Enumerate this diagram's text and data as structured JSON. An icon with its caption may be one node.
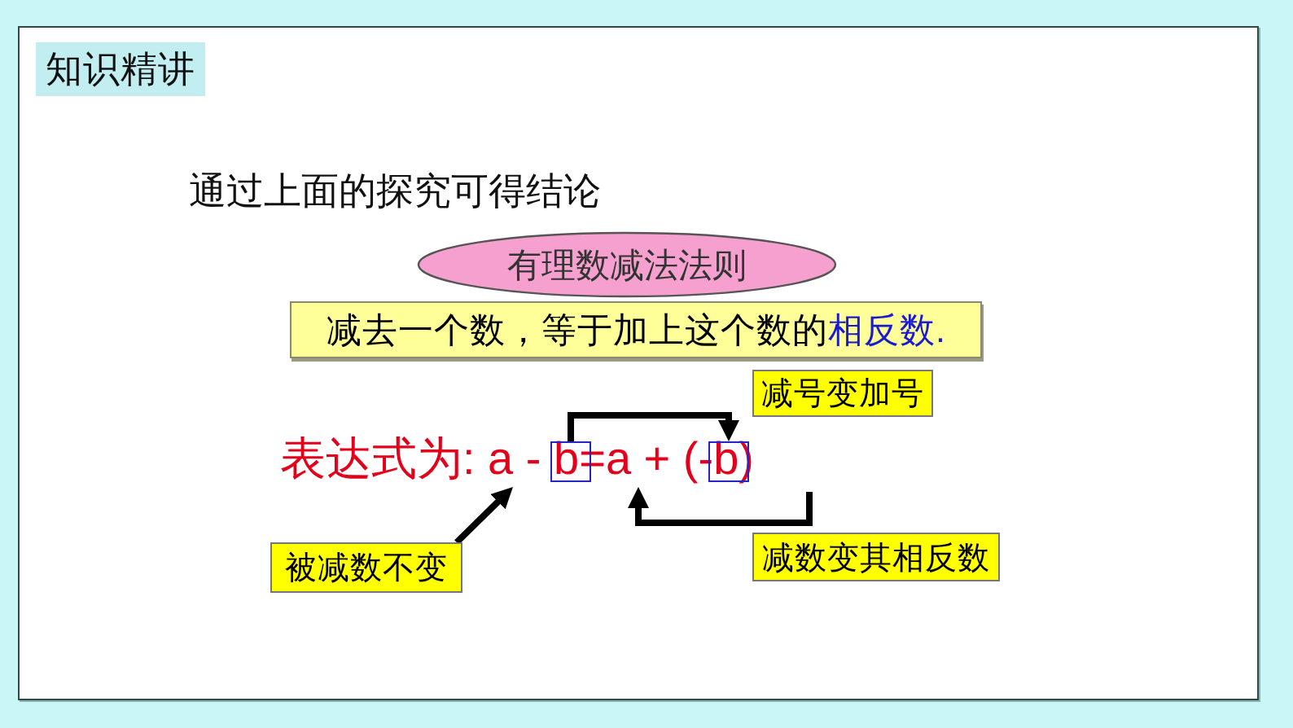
{
  "diagram": {
    "title": "知识精讲",
    "nodes": [
      {
        "text": [
          "有理数减法法则"
        ]
      },
      {
        "text": [
          "减去一个数，等于加上这个数的",
          "相反数."
        ]
      },
      {
        "text": [
          "减号变加号"
        ]
      },
      {
        "text": [
          "表达式为: a - b=a + (-b)"
        ]
      },
      {
        "text": [],
        "shape": "box"
      },
      {
        "text": [],
        "shape": "box"
      },
      {
        "text": [
          "被减数不变"
        ]
      },
      {
        "text": [
          "减数变其相反数"
        ]
      }
    ],
    "edges": [
      {
        "from": 4,
        "to": 5,
        "arrow": "to"
      },
      {
        "from": null,
        "to": 3,
        "arrow": "to"
      },
      {
        "from": 6,
        "to": 3,
        "arrow": "to"
      }
    ],
    "labels": [
      "通过上面的探究可得结论"
    ]
  }
}
